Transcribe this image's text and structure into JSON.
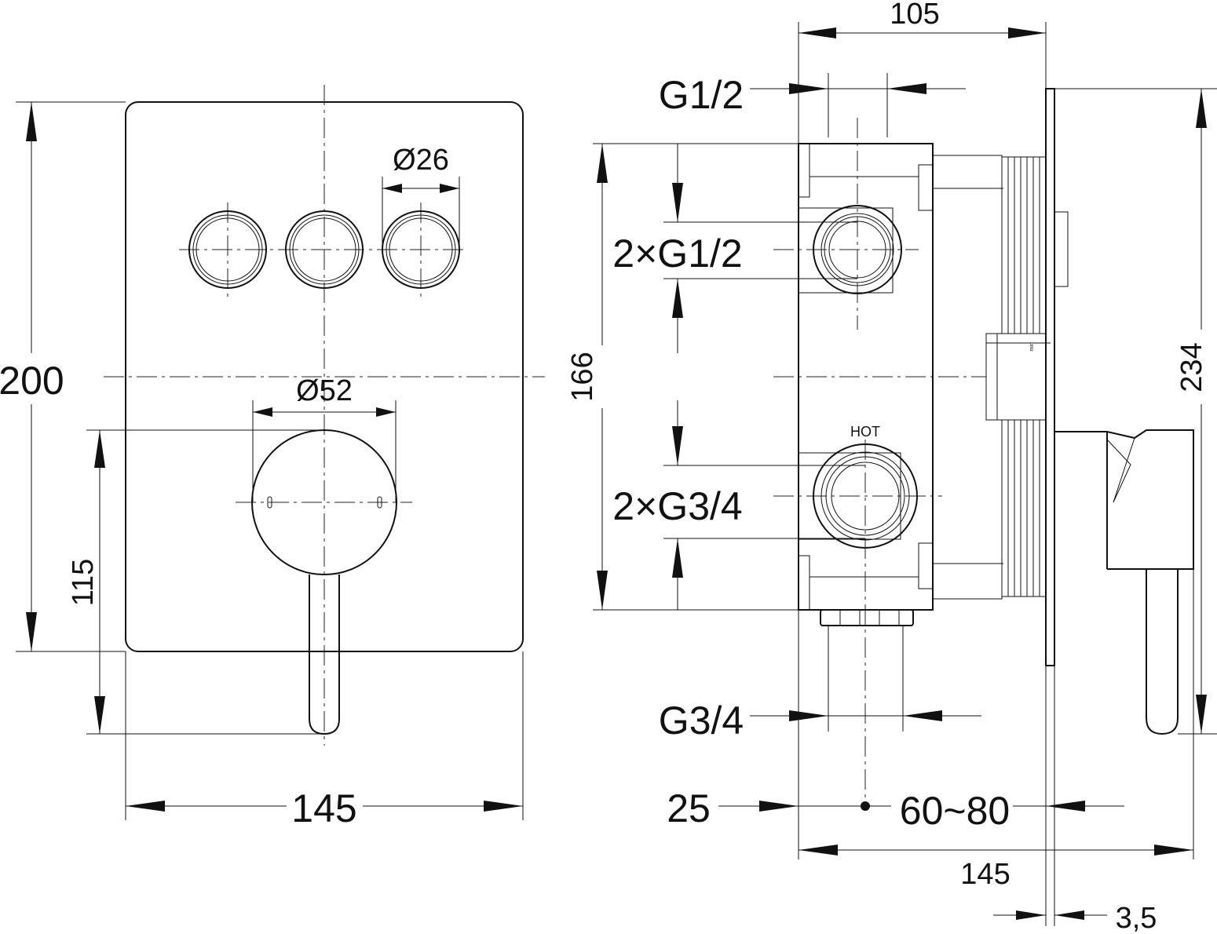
{
  "front_view": {
    "height_label": "200",
    "width_label": "145",
    "button_diameter_label": "Ø26",
    "handle_diameter_label": "Ø52",
    "lever_height_label": "115"
  },
  "side_view": {
    "top_depth_label": "105",
    "top_inlet_label": "G1/2",
    "upper_ports_label": "2×G1/2",
    "lower_ports_label": "2×G3/4",
    "bottom_inlet_label": "G3/4",
    "body_height_label": "166",
    "overall_height_label": "234",
    "hot_marker": "HOT",
    "min_marker": "min",
    "offset_label": "25",
    "range_label": "60~80",
    "total_depth_label": "145",
    "plate_thickness_label": "3,5"
  }
}
